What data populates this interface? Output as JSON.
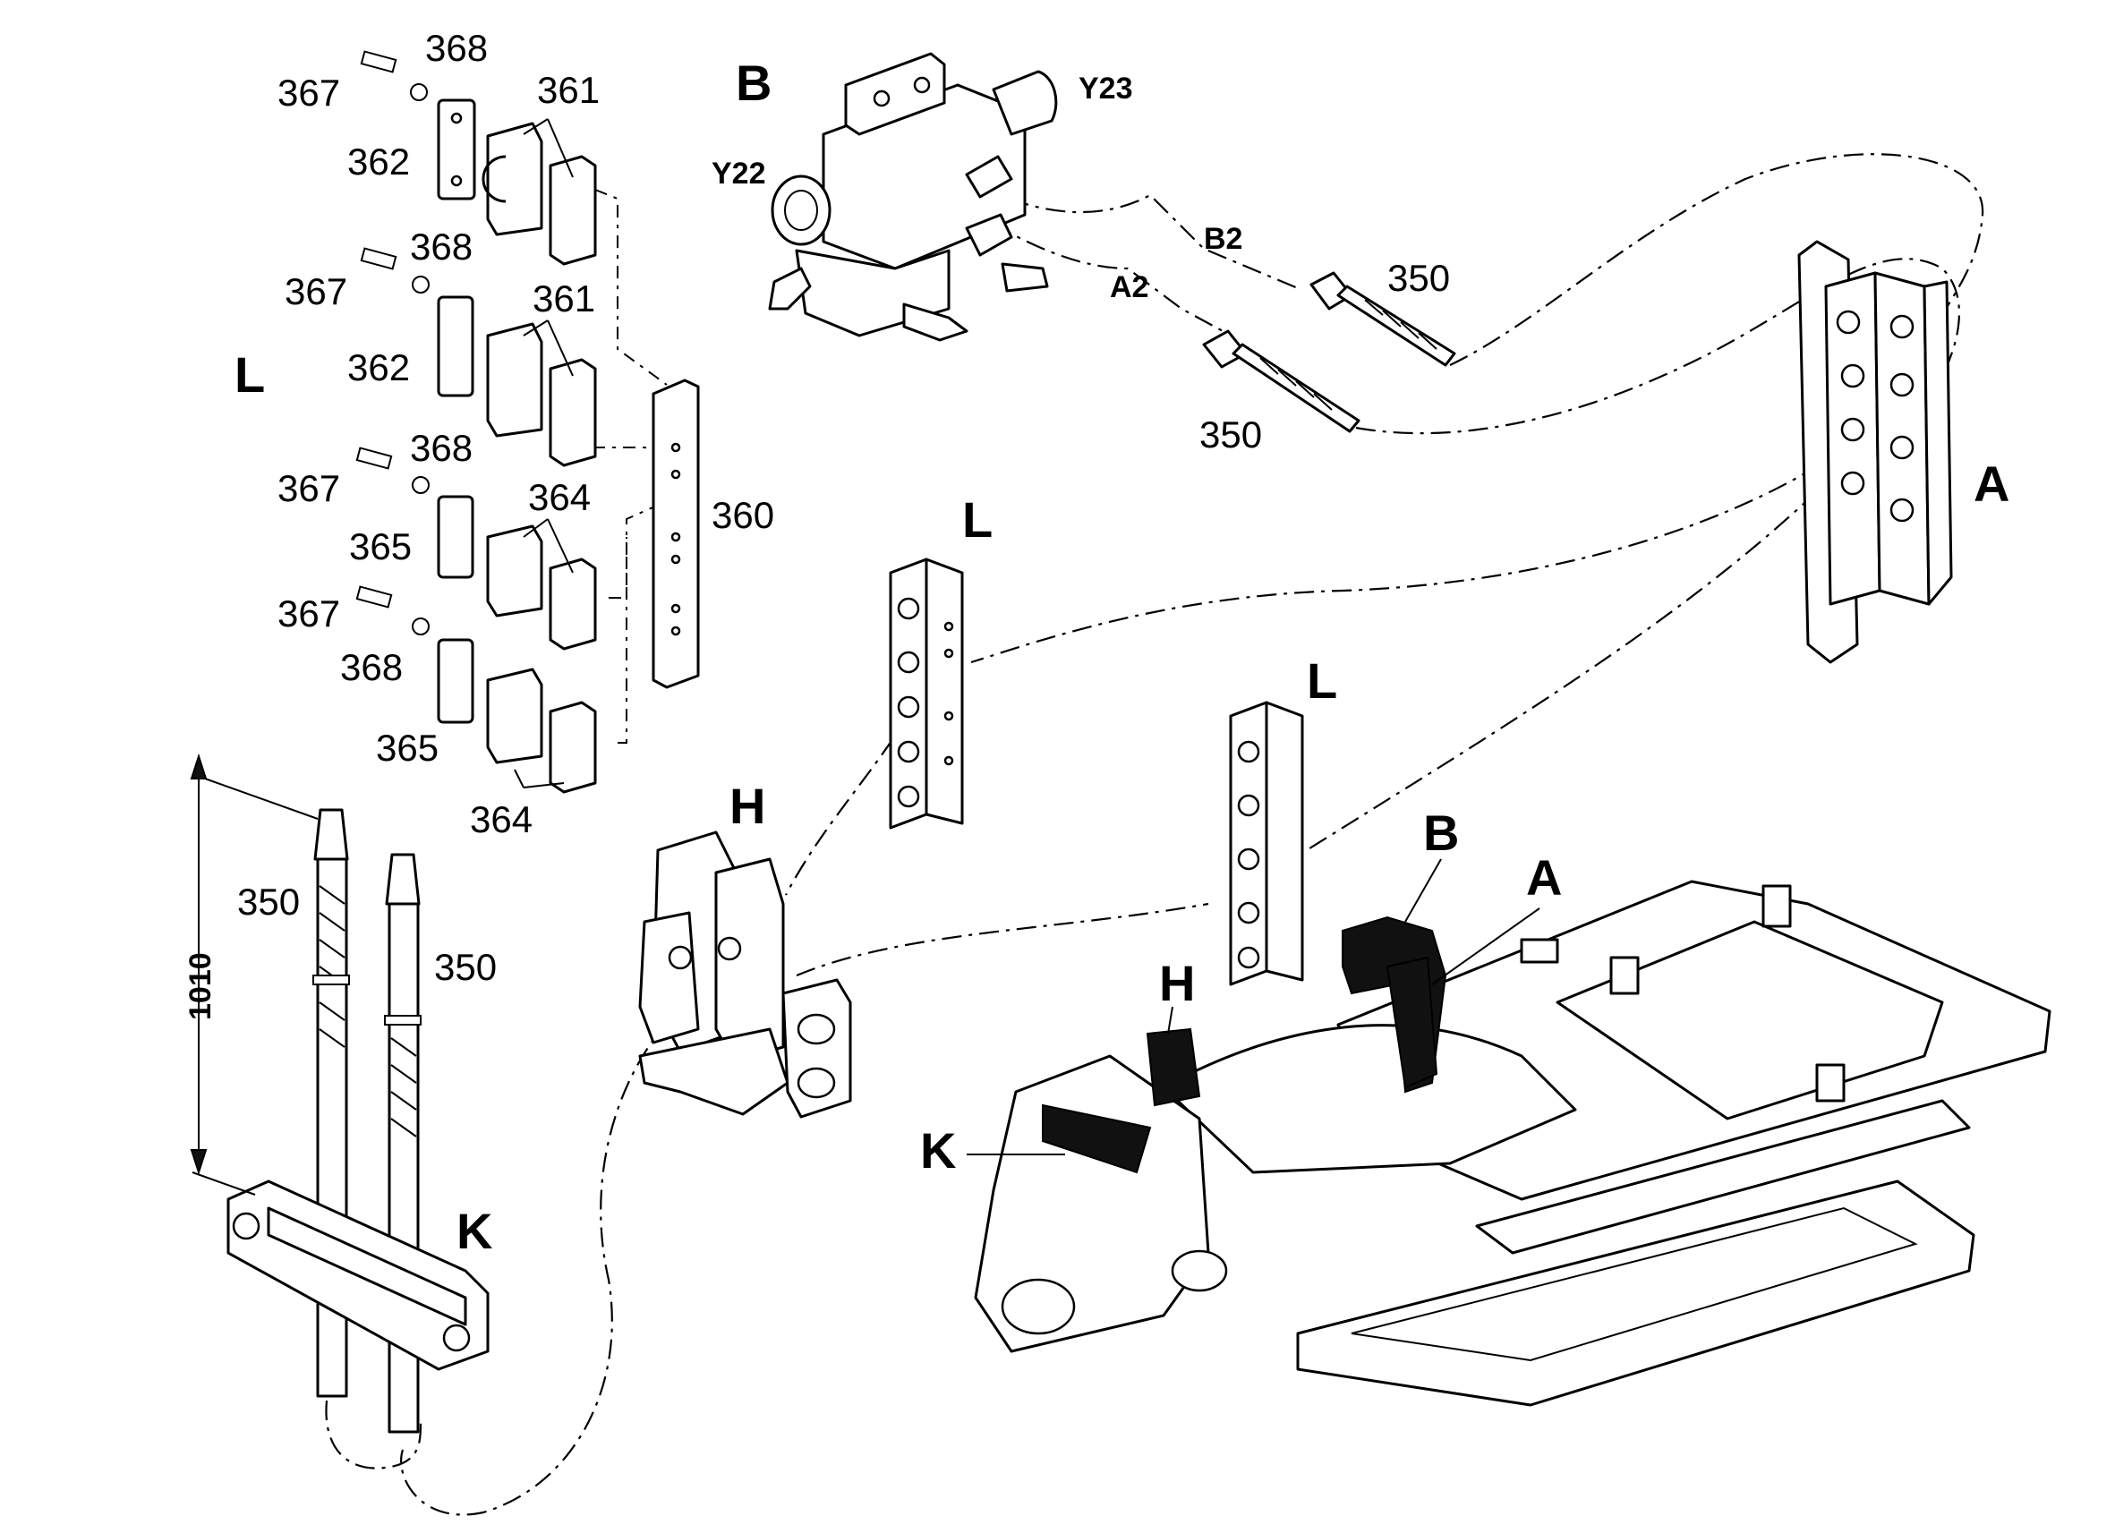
{
  "labels": {
    "n367a": "367",
    "n368a": "368",
    "n361a": "361",
    "n362a": "362",
    "n367b": "367",
    "n368b": "368",
    "n361b": "361",
    "n362b": "362",
    "n367c": "367",
    "n368c": "368",
    "n364a": "364",
    "n365a": "365",
    "n367d": "367",
    "n368d": "368",
    "n365b": "365",
    "n364b": "364",
    "n360": "360",
    "groupL_left": "L",
    "groupB": "B",
    "y23": "Y23",
    "y22": "Y22",
    "b2": "B2",
    "a2": "A2",
    "n350_top1": "350",
    "n350_top2": "350",
    "groupA_right": "A",
    "groupL_mid": "L",
    "groupL_frame": "L",
    "groupH_mid": "H",
    "groupB_frame": "B",
    "groupA_frame": "A",
    "groupH_frame": "H",
    "groupK_frame": "K",
    "n350_left1": "350",
    "n350_left2": "350",
    "dim_1010": "1010",
    "groupK_left": "K"
  }
}
